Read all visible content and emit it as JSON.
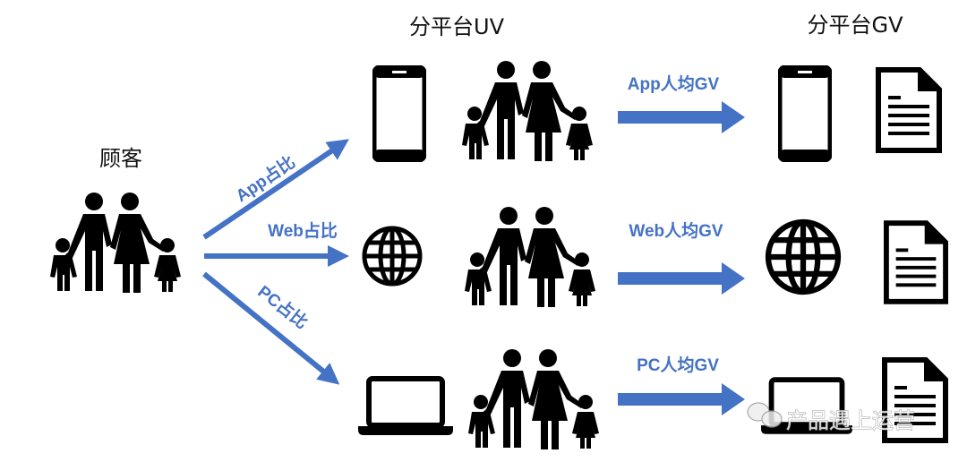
{
  "headers": {
    "customer": "顾客",
    "uv": "分平台UV",
    "gv": "分平台GV"
  },
  "share_labels": {
    "app": "App占比",
    "web": "Web占比",
    "pc": "PC占比"
  },
  "gv_labels": {
    "app": "App人均GV",
    "web": "Web人均GV",
    "pc": "PC人均GV"
  },
  "watermark": "产品遇上运营",
  "colors": {
    "arrow": "#4472c4",
    "icon": "#000000"
  }
}
